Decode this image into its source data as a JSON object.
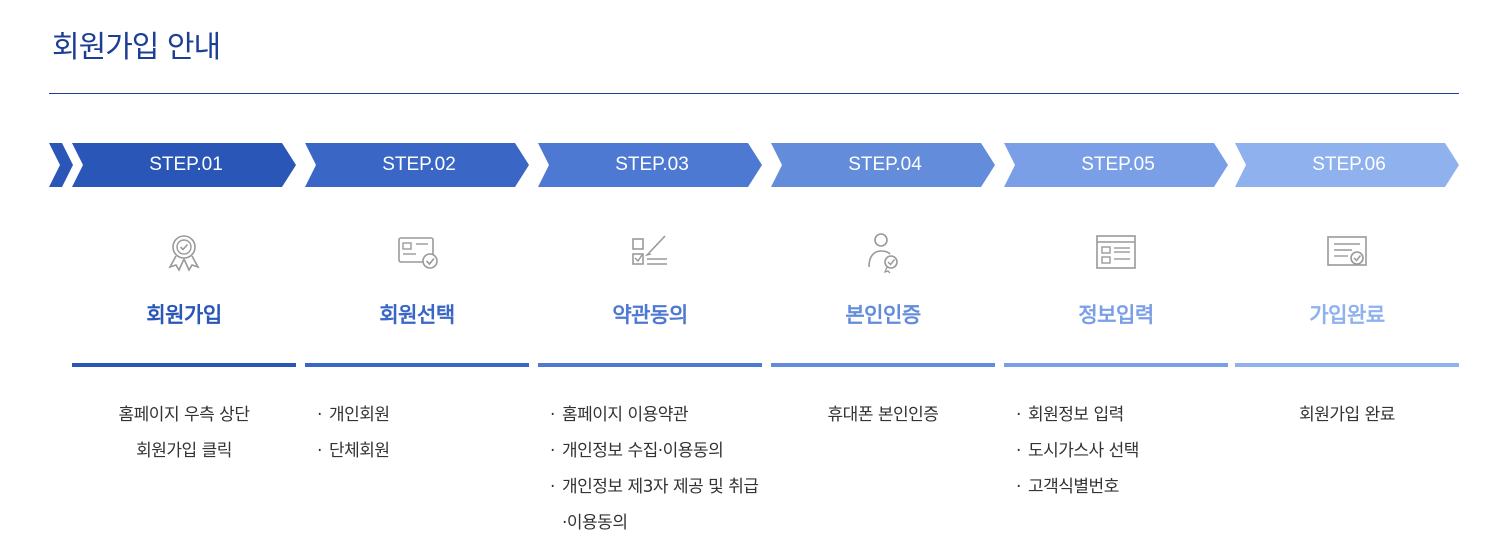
{
  "page": {
    "title": "회원가입 안내"
  },
  "icons": [
    "award-icon",
    "id-card-check-icon",
    "checklist-sign-icon",
    "user-verify-icon",
    "form-window-icon",
    "certificate-check-icon"
  ],
  "steps": [
    {
      "step_label": "STEP.01",
      "name": "회원가입",
      "color": "#2a56b8",
      "desc_lines": [
        "홈페이지 우측 상단",
        "회원가입 클릭"
      ],
      "bullets": []
    },
    {
      "step_label": "STEP.02",
      "name": "회원선택",
      "color": "#3a67c6",
      "desc_lines": [],
      "bullets": [
        "개인회원",
        "단체회원"
      ]
    },
    {
      "step_label": "STEP.03",
      "name": "약관동의",
      "color": "#4e79d2",
      "desc_lines": [],
      "bullets": [
        "홈페이지 이용약관",
        "개인정보 수집·이용동의",
        "개인정보 제3자 제공 및 취급·이용동의"
      ]
    },
    {
      "step_label": "STEP.04",
      "name": "본인인증",
      "color": "#638cdb",
      "desc_lines": [
        "휴대폰 본인인증"
      ],
      "bullets": []
    },
    {
      "step_label": "STEP.05",
      "name": "정보입력",
      "color": "#7a9fe6",
      "desc_lines": [],
      "bullets": [
        "회원정보 입력",
        "도시가스사 선택",
        "고객식별번호"
      ]
    },
    {
      "step_label": "STEP.06",
      "name": "가입완료",
      "color": "#8fb1ee",
      "desc_lines": [
        "회원가입 완료"
      ],
      "bullets": []
    }
  ]
}
